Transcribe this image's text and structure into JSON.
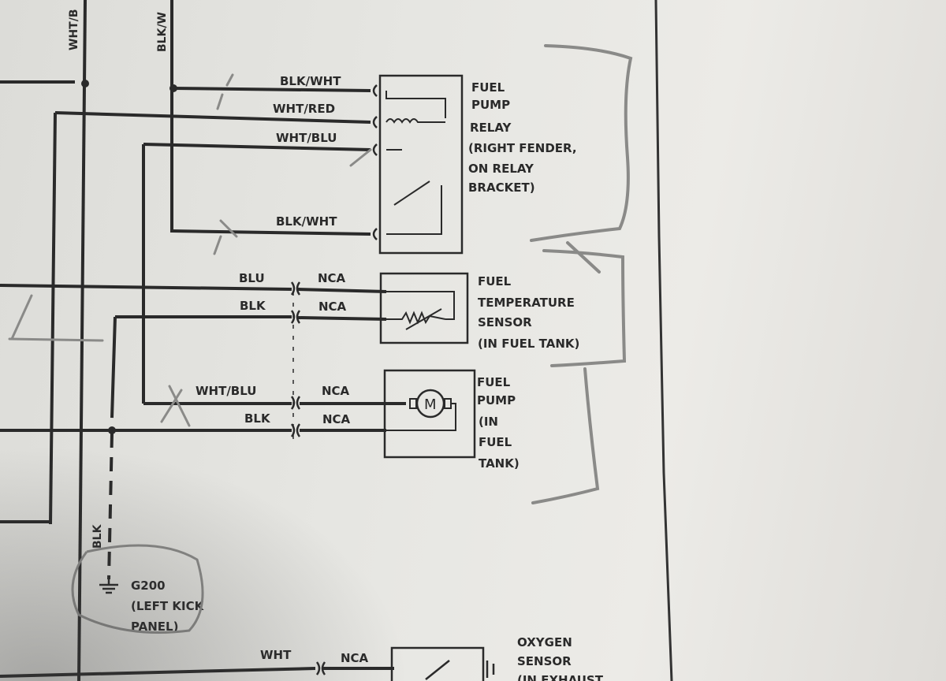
{
  "wires": {
    "blk_wht_top": "BLK/WHT",
    "wht_red": "WHT/RED",
    "wht_blu_relay": "WHT/BLU",
    "blk_wht_bottom": "BLK/WHT",
    "blu": "BLU",
    "blk_sensor": "BLK",
    "wht_blu_pump": "WHT/BLU",
    "blk_pump": "BLK",
    "wht_oxygen": "WHT"
  },
  "connector_labels": {
    "nca_1": "NCA",
    "nca_2": "NCA",
    "nca_3": "NCA",
    "nca_4": "NCA",
    "nca_5": "NCA"
  },
  "vertical_labels": {
    "left_top": "WHT/B",
    "left_second": "BLK/W",
    "ground_wire": "BLK"
  },
  "components": {
    "relay": [
      "FUEL",
      "PUMP",
      "RELAY",
      "(RIGHT FENDER,",
      "ON RELAY",
      "BRACKET)"
    ],
    "temp_sensor": [
      "FUEL",
      "TEMPERATURE",
      "SENSOR",
      "(IN FUEL TANK)"
    ],
    "pump": [
      "FUEL",
      "PUMP",
      "(IN",
      "FUEL",
      "TANK)"
    ],
    "motor_symbol": "M",
    "ground": [
      "G200",
      "(LEFT KICK",
      "PANEL)"
    ],
    "oxygen": [
      "OXYGEN",
      "SENSOR",
      "(IN EXHAUST"
    ]
  },
  "colors": {
    "ink": "#2a2a2a",
    "pencil": "#8a8a88",
    "paper": "#e6e6e2"
  }
}
